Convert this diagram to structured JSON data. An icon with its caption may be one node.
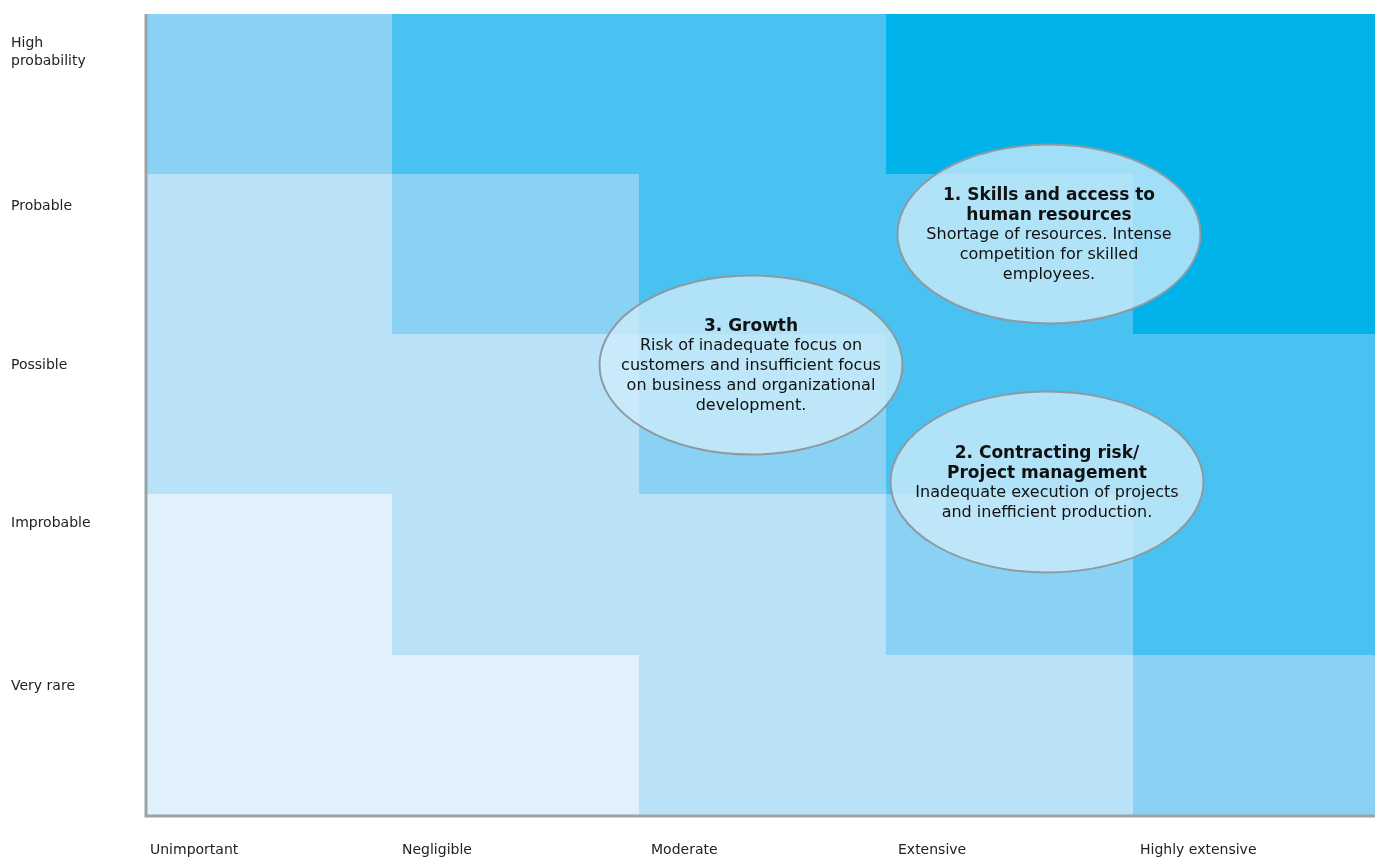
{
  "diagram": {
    "nodes": [
      {
        "text": [
          "1. Skills and access to human resources",
          "Shortage of resources. Intense competition for skilled employees."
        ]
      },
      {
        "text": [
          "3. Growth",
          "Risk of inadequate focus on customers and insufficient focus on business and organizational development."
        ]
      },
      {
        "text": [
          "2. Contracting risk/ Project management",
          "Inadequate execution of projects and inefficient production."
        ]
      }
    ],
    "edges": [],
    "labels": [
      "High probability",
      "Probable",
      "Possible",
      "Improbable",
      "Very rare",
      "Unimportant",
      "Negligible",
      "Moderate",
      "Extensive",
      "Highly extensive"
    ]
  }
}
